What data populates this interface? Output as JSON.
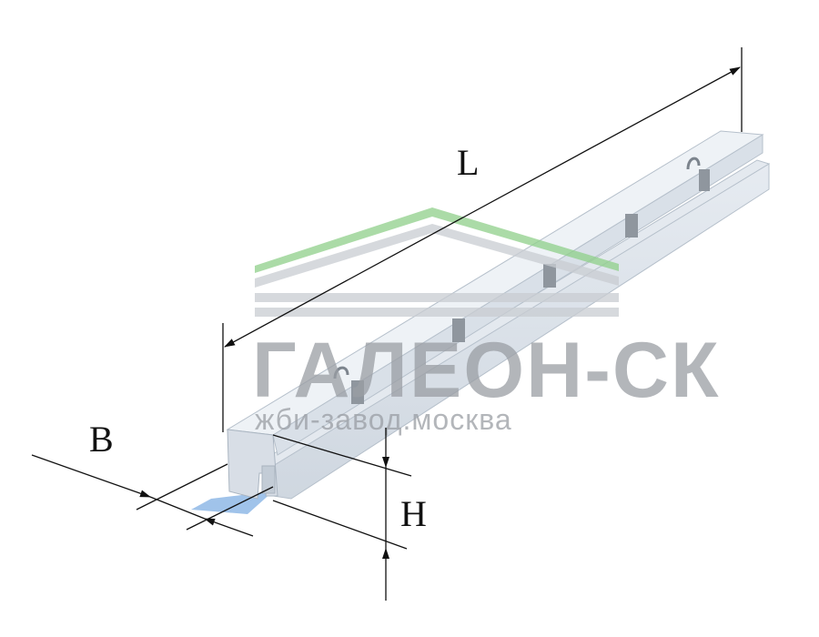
{
  "dimensions": {
    "length_label": "L",
    "width_label": "B",
    "height_label": "H"
  },
  "watermark": {
    "title": "ГАЛЕОН-СК",
    "subtitle": "жби-завод.москва",
    "text_color": "#9a9ea4",
    "roof_green": "#8fd08a",
    "roof_gray": "#c9cdd2"
  },
  "colors": {
    "concrete_top": "#eef2f6",
    "concrete_side": "#dfe5ec",
    "concrete_end": "#d8dee6",
    "shadow": "#8fb8e6",
    "lines": "#111111"
  }
}
